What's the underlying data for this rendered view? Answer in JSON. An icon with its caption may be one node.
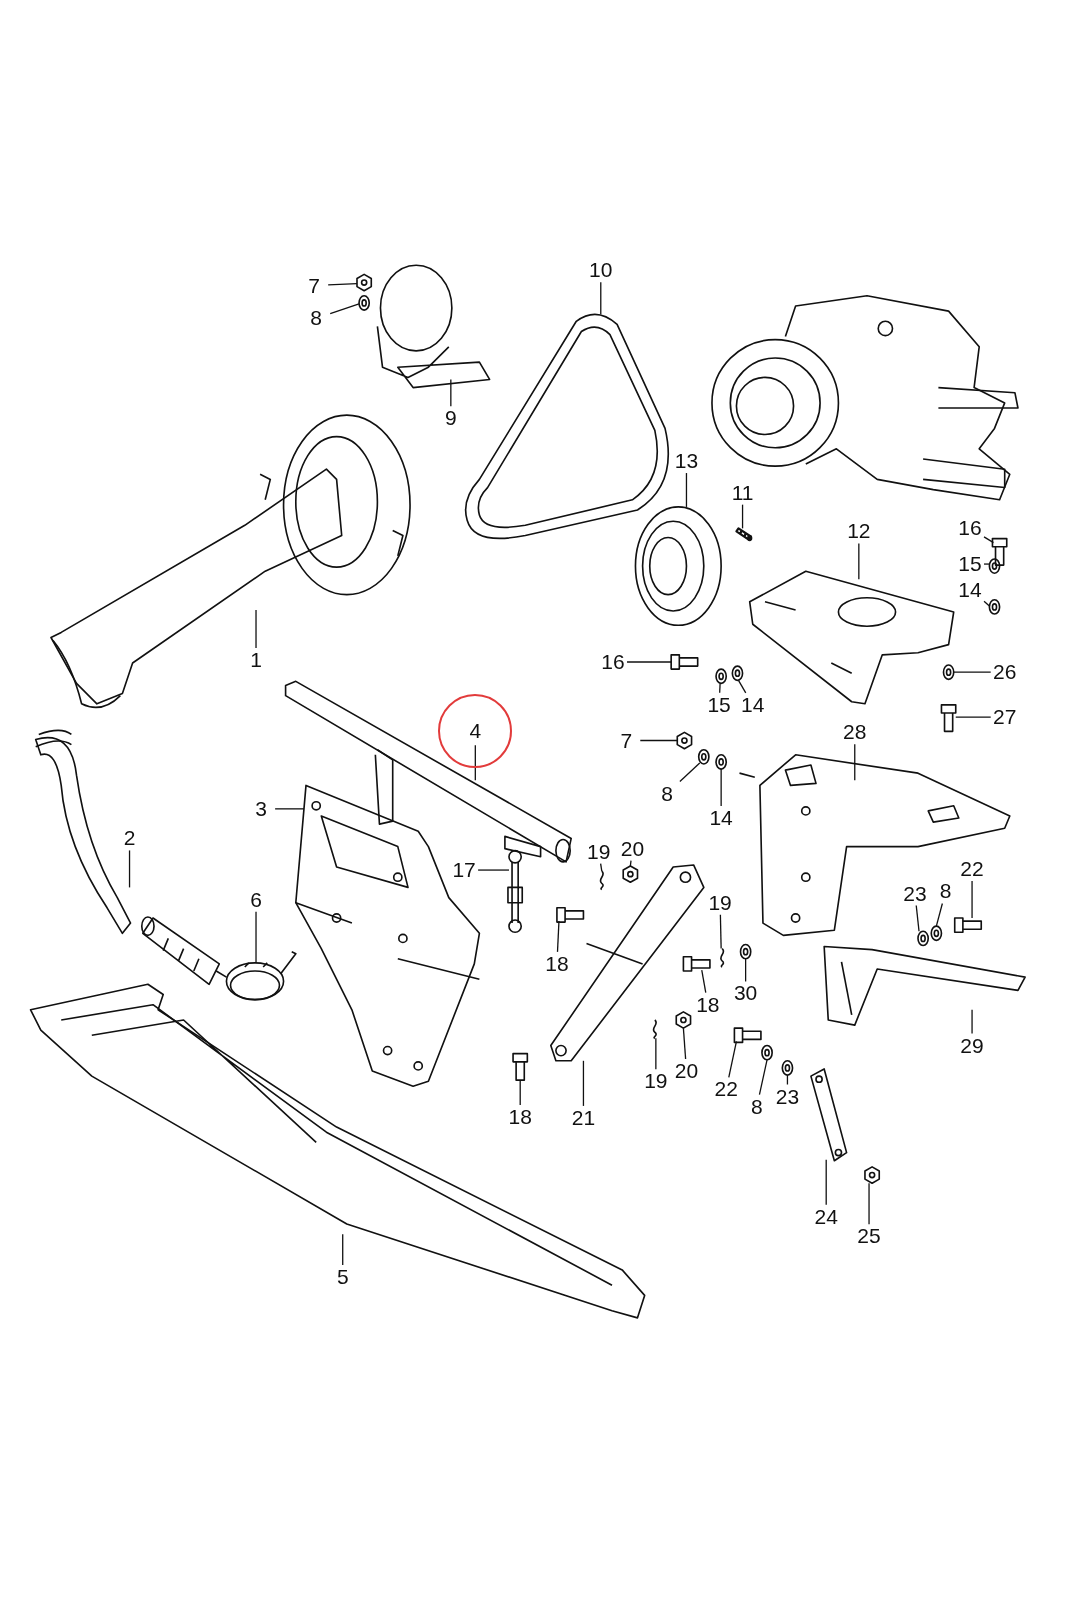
{
  "diagram": {
    "nodes": [
      {
        "text": [
          "7"
        ]
      },
      {
        "text": [
          "8"
        ]
      },
      {
        "text": [
          "10"
        ]
      },
      {
        "text": [
          "9"
        ]
      },
      {
        "text": [
          "13"
        ]
      },
      {
        "text": [
          "11"
        ]
      },
      {
        "text": [
          "12"
        ]
      },
      {
        "text": [
          "16"
        ]
      },
      {
        "text": [
          "15"
        ]
      },
      {
        "text": [
          "14"
        ]
      },
      {
        "text": [
          "1"
        ]
      },
      {
        "text": [
          "16"
        ]
      },
      {
        "text": [
          "15"
        ]
      },
      {
        "text": [
          "14"
        ]
      },
      {
        "text": [
          "26"
        ]
      },
      {
        "text": [
          "27"
        ]
      },
      {
        "text": [
          "4"
        ]
      },
      {
        "text": [
          "7"
        ]
      },
      {
        "text": [
          "28"
        ]
      },
      {
        "text": [
          "3"
        ]
      },
      {
        "text": [
          "8"
        ]
      },
      {
        "text": [
          "14"
        ]
      },
      {
        "text": [
          "2"
        ]
      },
      {
        "text": [
          "19"
        ]
      },
      {
        "text": [
          "20"
        ]
      },
      {
        "text": [
          "17"
        ]
      },
      {
        "text": [
          "6"
        ]
      },
      {
        "text": [
          "22"
        ]
      },
      {
        "text": [
          "23"
        ]
      },
      {
        "text": [
          "8"
        ]
      },
      {
        "text": [
          "19"
        ]
      },
      {
        "text": [
          "18"
        ]
      },
      {
        "text": [
          "18"
        ]
      },
      {
        "text": [
          "30"
        ]
      },
      {
        "text": [
          "29"
        ]
      },
      {
        "text": [
          "19"
        ]
      },
      {
        "text": [
          "20"
        ]
      },
      {
        "text": [
          "22"
        ]
      },
      {
        "text": [
          "8"
        ]
      },
      {
        "text": [
          "23"
        ]
      },
      {
        "text": [
          "18"
        ]
      },
      {
        "text": [
          "21"
        ]
      },
      {
        "text": [
          "24"
        ]
      },
      {
        "text": [
          "25"
        ]
      },
      {
        "text": [
          "5"
        ]
      },
      {
        "text": [],
        "shape": "picture"
      },
      {
        "text": [],
        "shape": "picture"
      },
      {
        "text": [],
        "shape": "picture"
      },
      {
        "text": [],
        "shape": "picture"
      },
      {
        "text": [],
        "shape": "picture"
      },
      {
        "text": [],
        "shape": "bar"
      },
      {
        "text": [],
        "shape": "picture"
      },
      {
        "text": [],
        "shape": "picture"
      },
      {
        "text": [],
        "shape": "picture"
      },
      {
        "text": [],
        "shape": "picture"
      },
      {
        "text": [],
        "shape": "picture"
      },
      {
        "text": [],
        "shape": "picture"
      },
      {
        "text": [],
        "shape": "picture"
      },
      {
        "text": [],
        "shape": "picture"
      },
      {
        "text": [],
        "shape": "picture"
      },
      {
        "text": [],
        "shape": "picture"
      },
      {
        "text": [],
        "shape": "picture"
      },
      {
        "text": [],
        "shape": "picture"
      },
      {
        "text": [],
        "shape": "picture"
      },
      {
        "text": [],
        "shape": "picture"
      },
      {
        "text": [],
        "shape": "picture"
      },
      {
        "text": [],
        "shape": "picture"
      },
      {
        "text": [],
        "shape": "picture"
      },
      {
        "text": [],
        "shape": "picture"
      },
      {
        "text": [],
        "shape": "picture"
      },
      {
        "text": [],
        "shape": "picture"
      },
      {
        "text": [],
        "shape": "picture"
      },
      {
        "text": [],
        "shape": "picture"
      },
      {
        "text": [],
        "shape": "picture"
      },
      {
        "text": [],
        "shape": "picture"
      },
      {
        "text": [],
        "shape": "picture"
      },
      {
        "text": [],
        "shape": "picture"
      },
      {
        "text": [],
        "shape": "picture"
      },
      {
        "text": [],
        "shape": "picture"
      },
      {
        "text": [],
        "shape": "picture"
      },
      {
        "text": [],
        "shape": "picture"
      },
      {
        "text": [],
        "shape": "picture"
      },
      {
        "text": [],
        "shape": "picture"
      },
      {
        "text": [],
        "shape": "picture"
      },
      {
        "text": [],
        "shape": "picture"
      },
      {
        "text": [],
        "shape": "picture"
      },
      {
        "text": [],
        "shape": "picture"
      },
      {
        "text": [],
        "shape": "picture"
      },
      {
        "text": [],
        "shape": "picture"
      },
      {
        "text": [],
        "shape": "picture"
      }
    ],
    "edges": [
      {
        "from": 0,
        "to": 45,
        "arrow": "none"
      },
      {
        "from": 1,
        "to": 46,
        "arrow": "none"
      },
      {
        "from": 2,
        "to": 47,
        "arrow": "none"
      },
      {
        "from": 3,
        "to": 48,
        "arrow": "none"
      },
      {
        "from": 4,
        "to": 49,
        "arrow": "none"
      },
      {
        "from": 5,
        "to": 50,
        "arrow": "none"
      },
      {
        "from": 6,
        "to": 51,
        "arrow": "none"
      },
      {
        "from": 7,
        "to": 52,
        "arrow": "none"
      },
      {
        "from": 8,
        "to": 53,
        "arrow": "none"
      },
      {
        "from": 9,
        "to": 54,
        "arrow": "none"
      },
      {
        "from": 10,
        "to": 55,
        "arrow": "none"
      },
      {
        "from": 11,
        "to": 56,
        "arrow": "none"
      },
      {
        "from": 12,
        "to": 57,
        "arrow": "none"
      },
      {
        "from": 13,
        "to": 58,
        "arrow": "none"
      },
      {
        "from": 14,
        "to": 59,
        "arrow": "none"
      },
      {
        "from": 15,
        "to": 60,
        "arrow": "none"
      },
      {
        "from": 16,
        "to": 61,
        "arrow": "none"
      },
      {
        "from": 17,
        "to": 62,
        "arrow": "none"
      },
      {
        "from": 18,
        "to": 63,
        "arrow": "none"
      },
      {
        "from": 19,
        "to": 64,
        "arrow": "none"
      },
      {
        "from": 20,
        "to": 65,
        "arrow": "none"
      },
      {
        "from": 21,
        "to": 66,
        "arrow": "none"
      },
      {
        "from": 22,
        "to": 67,
        "arrow": "none"
      },
      {
        "from": 23,
        "to": 68,
        "arrow": "none"
      },
      {
        "from": 24,
        "to": 69,
        "arrow": "none"
      },
      {
        "from": 25,
        "to": 70,
        "arrow": "none"
      },
      {
        "from": 26,
        "to": 71,
        "arrow": "none"
      },
      {
        "from": 27,
        "to": 72,
        "arrow": "none"
      },
      {
        "from": 28,
        "to": 73,
        "arrow": "none"
      },
      {
        "from": 29,
        "to": 74,
        "arrow": "none"
      },
      {
        "from": 30,
        "to": 75,
        "arrow": "none"
      },
      {
        "from": 31,
        "to": 76,
        "arrow": "none"
      },
      {
        "from": 32,
        "to": 77,
        "arrow": "none"
      },
      {
        "from": 33,
        "to": 78,
        "arrow": "none"
      },
      {
        "from": 34,
        "to": 79,
        "arrow": "none"
      },
      {
        "from": 35,
        "to": 80,
        "arrow": "none"
      },
      {
        "from": 36,
        "to": 81,
        "arrow": "none"
      },
      {
        "from": 37,
        "to": 82,
        "arrow": "none"
      },
      {
        "from": 38,
        "to": 83,
        "arrow": "none"
      },
      {
        "from": 39,
        "to": 84,
        "arrow": "none"
      },
      {
        "from": 40,
        "to": 85,
        "arrow": "none"
      },
      {
        "from": 41,
        "to": 86,
        "arrow": "none"
      },
      {
        "from": 42,
        "to": 87,
        "arrow": "none"
      },
      {
        "from": 43,
        "to": 88,
        "arrow": "none"
      },
      {
        "from": 44,
        "to": 89,
        "arrow": "none"
      }
    ]
  }
}
